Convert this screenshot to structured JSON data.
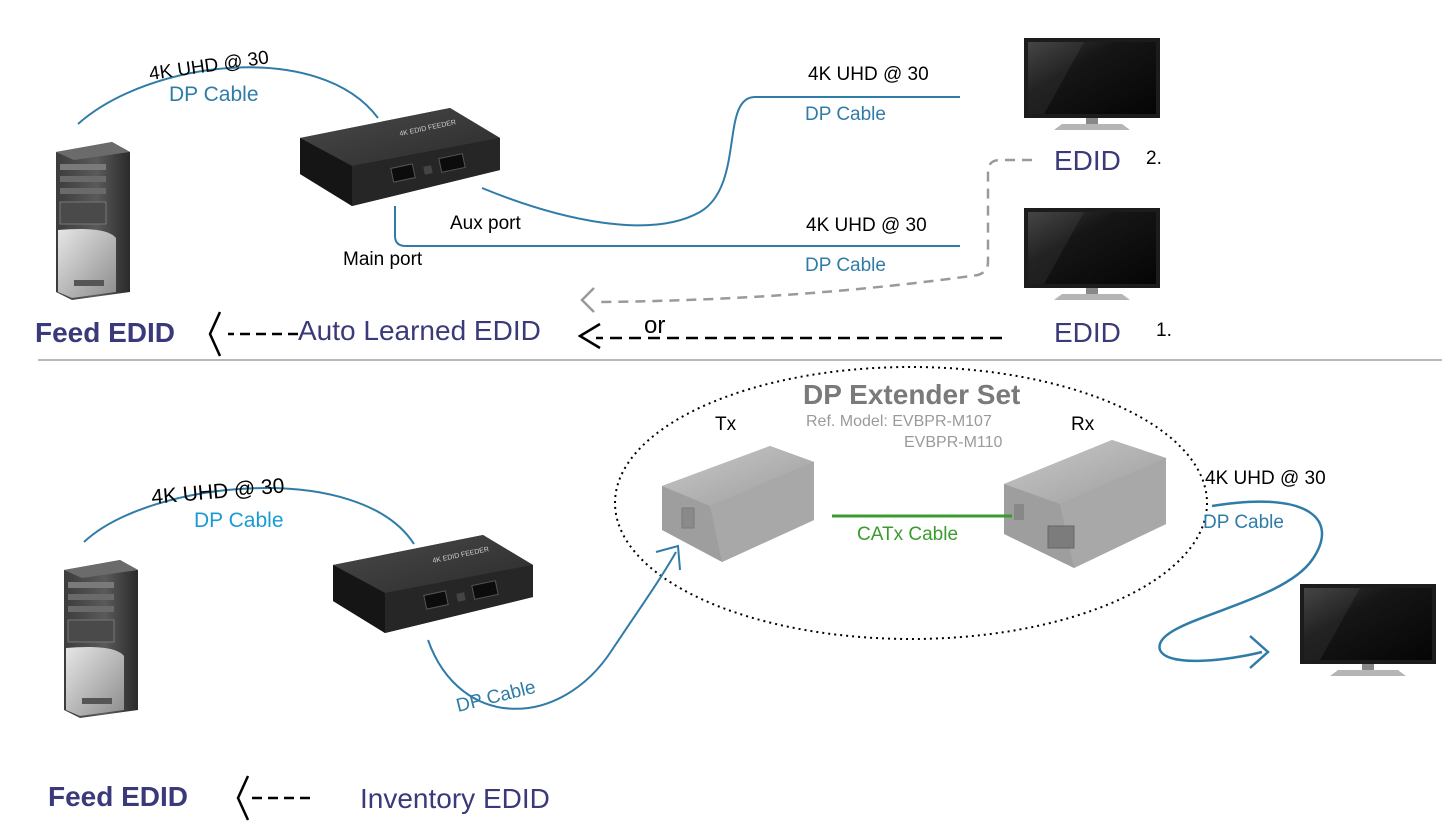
{
  "colors": {
    "cable_blue": "#2f7ca8",
    "cable_blue_light": "#1a9bd6",
    "catx_green": "#3a9b2e",
    "edid_navy": "#3a3a7a",
    "dashed_gray": "#9a9a9a",
    "extender_title": "#7a7a7a",
    "divider": "#b8b8b8"
  },
  "top": {
    "pc_cable_speed": "4K UHD @ 30",
    "pc_cable_label": "DP Cable",
    "feeder_aux_port": "Aux port",
    "feeder_main_port": "Main port",
    "monitor2_speed": "4K UHD @ 30",
    "monitor2_cable": "DP Cable",
    "monitor2_edid": "EDID",
    "monitor2_number": "2.",
    "monitor1_speed": "4K UHD @ 30",
    "monitor1_cable": "DP Cable",
    "monitor1_edid": "EDID",
    "monitor1_number": "1.",
    "feed_edid": "Feed EDID",
    "auto_learned": "Auto Learned EDID",
    "or_label": "or"
  },
  "bottom": {
    "pc_cable_speed": "4K UHD @ 30",
    "pc_cable_label": "DP Cable",
    "feeder_out_cable": "DP Cable",
    "extender_title": "DP Extender Set",
    "ref_model_line1": "Ref. Model: EVBPR-M107",
    "ref_model_line2": "EVBPR-M110",
    "tx_label": "Tx",
    "rx_label": "Rx",
    "catx_cable": "CATx Cable",
    "out_speed": "4K UHD @ 30",
    "out_cable": "DP Cable",
    "feed_edid": "Feed EDID",
    "inventory_edid": "Inventory EDID"
  },
  "icons": [
    "pc-tower-icon",
    "edid-feeder-device-icon",
    "monitor-icon",
    "extender-tx-icon",
    "extender-rx-icon"
  ]
}
